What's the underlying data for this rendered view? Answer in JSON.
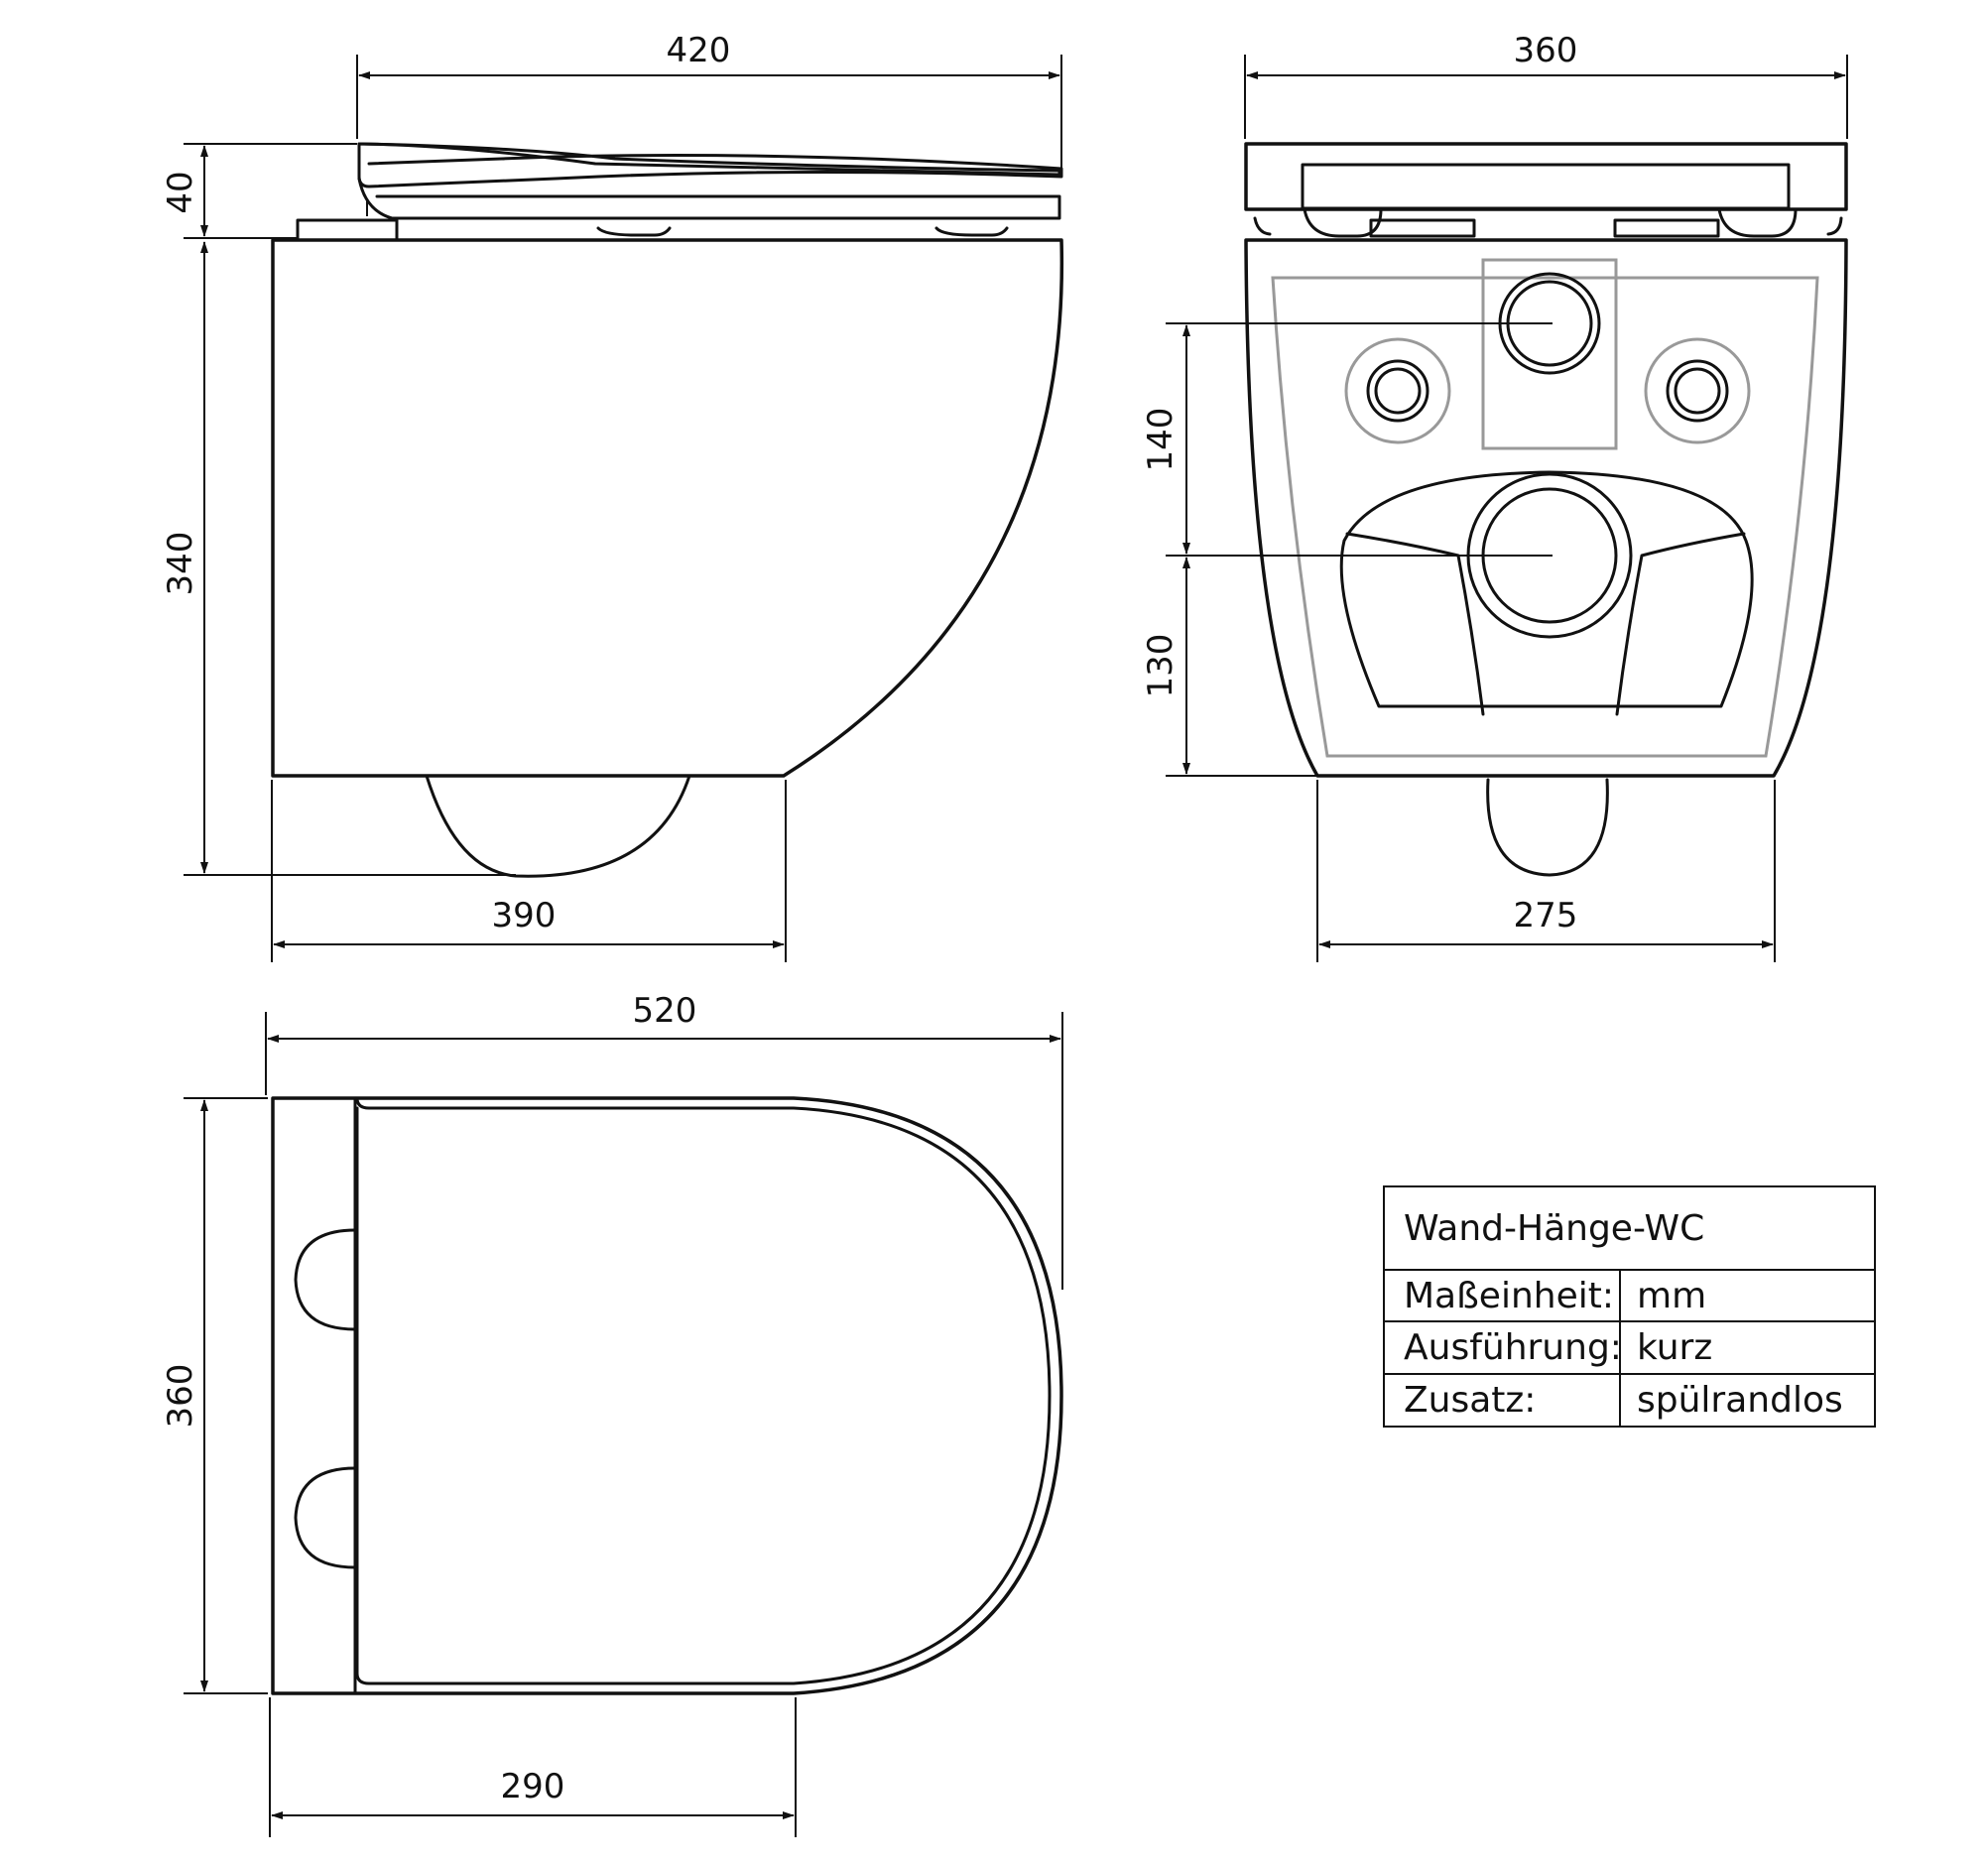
{
  "dimensions": {
    "side_seat_width": "420",
    "side_seat_height": "40",
    "side_body_height": "340",
    "side_bottom_width": "390",
    "front_top_width": "360",
    "front_upper_height": "140",
    "front_lower_height": "130",
    "front_bottom_width": "275",
    "top_length": "520",
    "top_width": "360",
    "top_bottom_length": "290"
  },
  "table": {
    "title": "Wand-Hänge-WC",
    "rows": [
      {
        "label": "Maßeinheit:",
        "value": "mm"
      },
      {
        "label": "Ausführung:",
        "value": "kurz"
      },
      {
        "label": "Zusatz:",
        "value": "spülrandlos"
      }
    ]
  }
}
